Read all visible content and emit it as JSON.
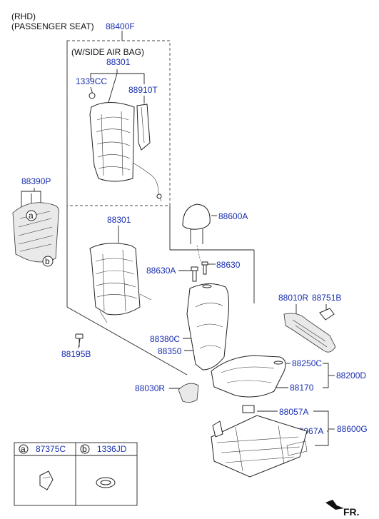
{
  "header": {
    "line1": "(RHD)",
    "line2": "(PASSENGER SEAT)"
  },
  "variant_label": "(W/SIDE AIR BAG)",
  "parts": {
    "p88400F": "88400F",
    "p88301_top": "88301",
    "p1339CC": "1339CC",
    "p88910T": "88910T",
    "p88390P": "88390P",
    "p88301": "88301",
    "p88600A": "88600A",
    "p88630A": "88630A",
    "p88630": "88630",
    "p88010R": "88010R",
    "p88751B": "88751B",
    "p88380C": "88380C",
    "p88350": "88350",
    "p88195B": "88195B",
    "p88250C": "88250C",
    "p88200D": "88200D",
    "p88170": "88170",
    "p88030R": "88030R",
    "p88057A": "88057A",
    "p88600G": "88600G",
    "p88067A": "88067A"
  },
  "callouts": {
    "a": "a",
    "b": "b"
  },
  "legend": {
    "a_letter": "a",
    "a_part": "87375C",
    "b_letter": "b",
    "b_part": "1336JD"
  },
  "direction": "FR."
}
